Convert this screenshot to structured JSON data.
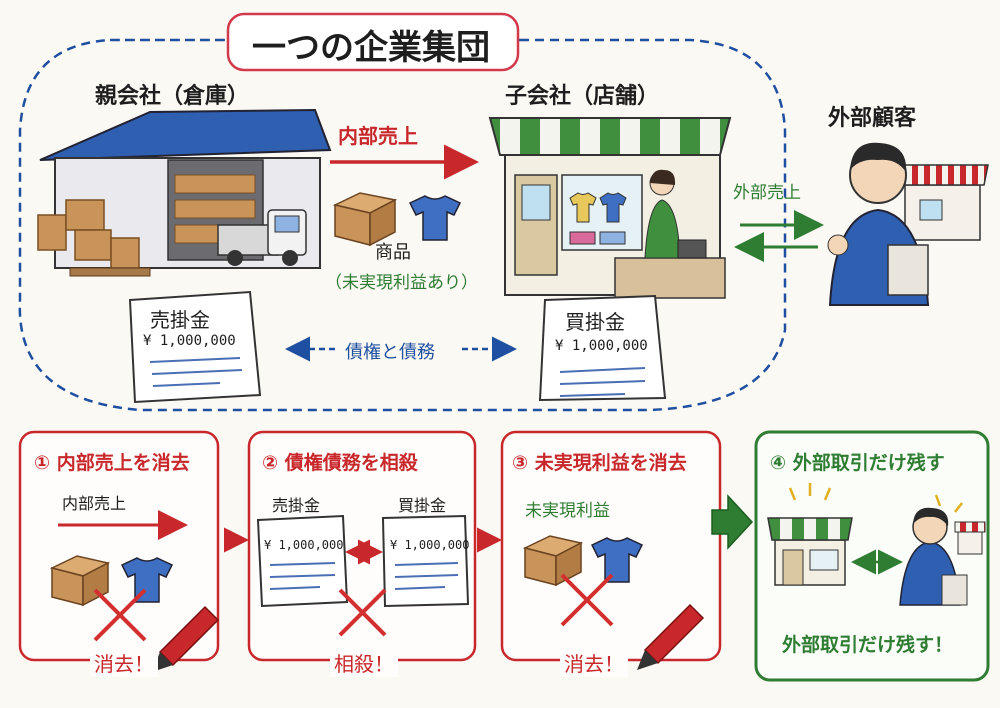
{
  "title": "一つの企業集団",
  "parent": {
    "label": "親会社（倉庫）"
  },
  "subsidiary": {
    "label": "子会社（店舗）"
  },
  "customer": {
    "label": "外部顧客"
  },
  "internal_sales": "内部売上",
  "goods": {
    "label": "商品",
    "note": "（未実現利益あり）"
  },
  "external_sales": "外部売上",
  "receivable": {
    "label": "売掛金",
    "amount": "¥ 1,000,000"
  },
  "payable": {
    "label": "買掛金",
    "amount": "¥ 1,000,000"
  },
  "claims_debts": "債権と債務",
  "steps": [
    {
      "title": "① 内部売上を消去",
      "sub": "内部売上",
      "stamp": "消去！"
    },
    {
      "title": "② 債権債務を相殺",
      "left_label": "売掛金",
      "left_amount": "¥ 1,000,000",
      "right_label": "買掛金",
      "right_amount": "¥ 1,000,000",
      "stamp": "相殺！"
    },
    {
      "title": "③ 未実現利益を消去",
      "sub": "未実現利益",
      "stamp": "消去！"
    },
    {
      "title": "④ 外部取引だけ残す",
      "bottom": "外部取引だけ残す！"
    }
  ],
  "colors": {
    "red": "#c8282c",
    "green": "#2e7d32",
    "blue": "#1f4fa0",
    "box": "#c9945a",
    "shirt": "#3f6fc2"
  }
}
